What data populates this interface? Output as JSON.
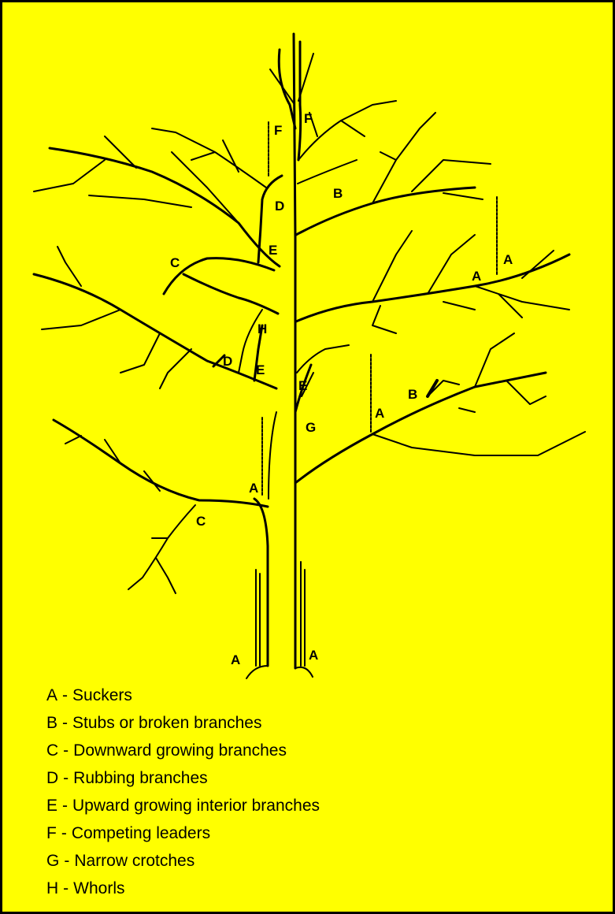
{
  "colors": {
    "background": "#ffff00",
    "ink": "#000000",
    "border": "#000000"
  },
  "diagram": {
    "markers": [
      {
        "id": "f-left",
        "text": "F"
      },
      {
        "id": "f-right",
        "text": "F"
      },
      {
        "id": "d-upper",
        "text": "D"
      },
      {
        "id": "b-upper",
        "text": "B"
      },
      {
        "id": "e-upper",
        "text": "E"
      },
      {
        "id": "c-upper",
        "text": "C"
      },
      {
        "id": "a-right-1",
        "text": "A"
      },
      {
        "id": "a-right-2",
        "text": "A"
      },
      {
        "id": "h-center",
        "text": "H"
      },
      {
        "id": "d-lower",
        "text": "D"
      },
      {
        "id": "e-lower-left",
        "text": "E"
      },
      {
        "id": "e-lower-right",
        "text": "E"
      },
      {
        "id": "b-lower",
        "text": "B"
      },
      {
        "id": "a-mid-right",
        "text": "A"
      },
      {
        "id": "g-center",
        "text": "G"
      },
      {
        "id": "a-mid-left",
        "text": "A"
      },
      {
        "id": "c-lower",
        "text": "C"
      },
      {
        "id": "a-base-left",
        "text": "A"
      },
      {
        "id": "a-base-right",
        "text": "A"
      }
    ]
  },
  "legend": [
    {
      "key": "A",
      "description": "Suckers"
    },
    {
      "key": "B",
      "description": "Stubs or broken branches"
    },
    {
      "key": "C",
      "description": "Downward growing branches"
    },
    {
      "key": "D",
      "description": "Rubbing branches"
    },
    {
      "key": "E",
      "description": "Upward growing interior branches"
    },
    {
      "key": "F",
      "description": "Competing leaders"
    },
    {
      "key": "G",
      "description": "Narrow crotches"
    },
    {
      "key": "H",
      "description": "Whorls"
    }
  ]
}
